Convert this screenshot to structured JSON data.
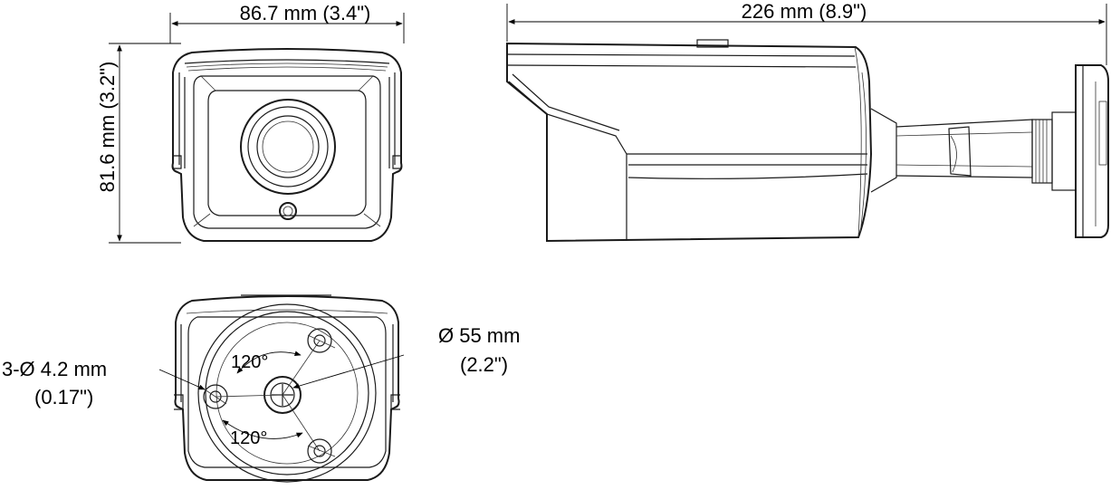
{
  "front_view": {
    "width_label": "86.7 mm (3.4\")",
    "height_label": "81.6 mm (3.2\")"
  },
  "side_view": {
    "length_label": "226 mm (8.9\")"
  },
  "mount_view": {
    "screw_label_line1": "3-Ø  4.2 mm",
    "screw_label_line2": "(0.17\")",
    "circle_label_line1": "Ø 55 mm",
    "circle_label_line2": "(2.2\")",
    "angle_top": "120°",
    "angle_bottom": "120°"
  }
}
